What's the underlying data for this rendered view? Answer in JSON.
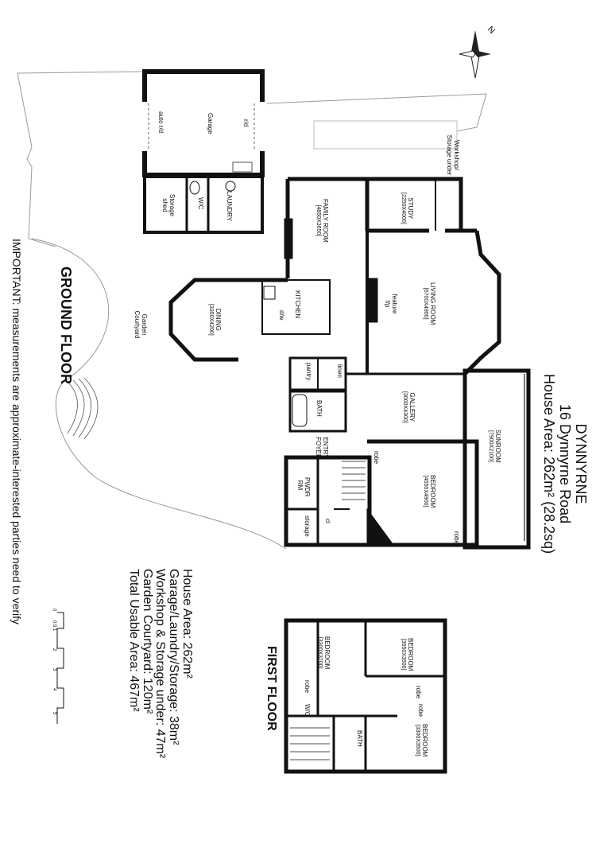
{
  "header": {
    "name": "DYNNYRNE",
    "address": "16 Dynnyrne Road",
    "house_area": "House Area: 262m² (28.2sq)"
  },
  "floors": {
    "ground": "GROUND FLOOR",
    "first": "FIRST FLOOR"
  },
  "disclaimer": "IMPORTANT: measurements are approximate-interested parties need to verify",
  "areas": [
    "House Area: 262m²",
    "Garage/Laundry/Storage: 38m²",
    "Workshop & Storage under: 47m²",
    "Garden Courtyard: 120m²",
    "Total Usable Area: 467m²"
  ],
  "scale": {
    "ticks": [
      "0",
      "0.5",
      "1",
      "2",
      "3",
      "4",
      "5"
    ]
  },
  "compass": {
    "label": "N"
  },
  "ground_rooms": {
    "garage": "Garage",
    "auto_rd": "auto r/d",
    "rd": "r/d",
    "workshop": "Workshop/ Storage under",
    "storage_shed": "Storage shed",
    "wc": "W/C",
    "laundry": "LAUNDRY",
    "study": "STUDY",
    "study_dim": "[2250X4000]",
    "family": "FAMILY ROOM",
    "family_dim": "[4850X3650]",
    "living": "LIVING ROOM",
    "living_dim": "[6700X4900]",
    "feature_fp": "feature f/p",
    "kitchen": "KITCHEN",
    "dw": "d/w",
    "dining": "DINING",
    "dining_dim": "[3350X4200]",
    "garden": "Garden Courtyard",
    "pantry": "pantry",
    "linen": "linen",
    "gallery": "GALLERY",
    "gallery_dim": "[3000X4300]",
    "sunroom": "SUNROOM",
    "sunroom_dim": "[7900X2100]",
    "bath": "BATH",
    "entry": "ENTRY FOYER",
    "robe": "robe",
    "bedroom": "BEDROOM",
    "bedroom_dim": "[4550X4900]",
    "pwdr": "PWDR RM",
    "storage": "storage",
    "cl": "cl"
  },
  "first_rooms": {
    "bed1": "BEDROOM",
    "bed1_dim": "[3300X3700]",
    "bed2": "BEDROOM",
    "bed2_dim": "[3550X3500]",
    "bed3": "BEDROOM",
    "bed3_dim": "[3300X3500]",
    "robe": "robe",
    "wc": "W/C",
    "bath": "BATH"
  }
}
